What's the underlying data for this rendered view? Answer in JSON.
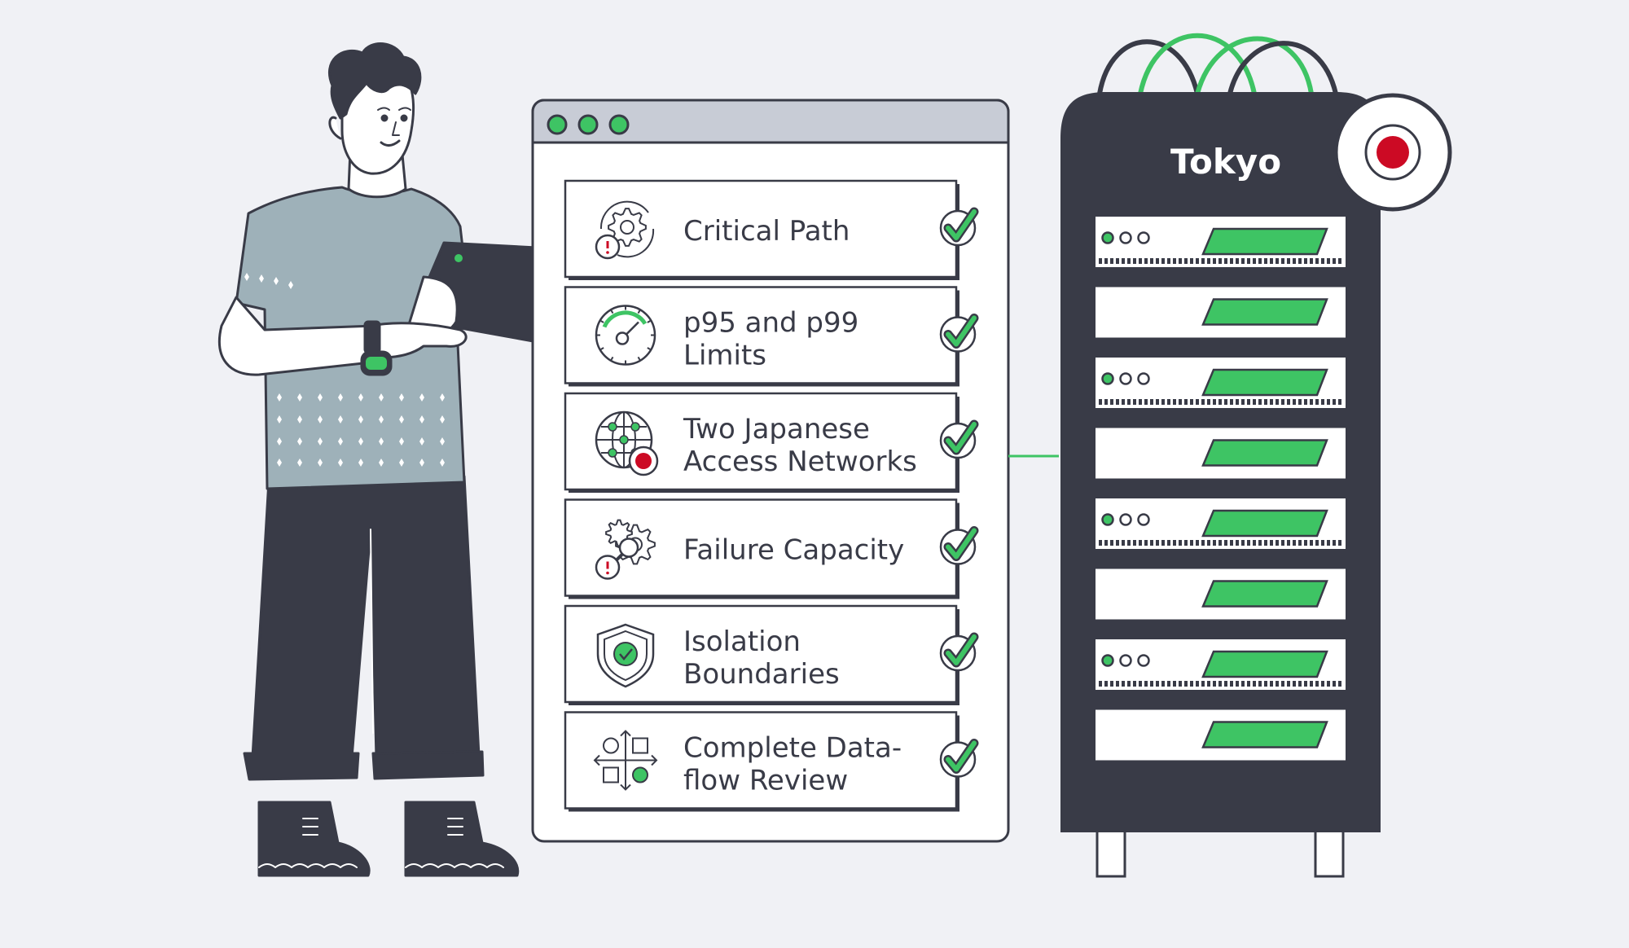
{
  "colors": {
    "background": "#f0f1f5",
    "dark": "#393b47",
    "accent_green": "#3ec464",
    "check_ring": "#c8ccd6",
    "shirt": "#9eb1b9",
    "window_bar": "#c8ccd6",
    "flag_red": "#cc0a24"
  },
  "checklist": {
    "items": [
      {
        "lines": [
          "Critical Path"
        ],
        "icon": "gear-warning-icon"
      },
      {
        "lines": [
          "p95 and p99",
          "Limits"
        ],
        "icon": "gauge-icon"
      },
      {
        "lines": [
          "Two Japanese",
          "Access Networks"
        ],
        "icon": "globe-network-icon"
      },
      {
        "lines": [
          "Failure Capacity"
        ],
        "icon": "gears-alert-icon"
      },
      {
        "lines": [
          "Isolation",
          "Boundaries"
        ],
        "icon": "shield-check-icon"
      },
      {
        "lines": [
          "Complete Data-",
          "flow Review"
        ],
        "icon": "dataflow-arrows-icon"
      }
    ]
  },
  "server": {
    "location_label": "Tokyo",
    "flag_icon": "japan-flag-icon",
    "units": [
      {
        "leds": true
      },
      {
        "leds": false
      },
      {
        "leds": true
      },
      {
        "leds": false
      },
      {
        "leds": true
      },
      {
        "leds": false
      },
      {
        "leds": true
      },
      {
        "leds": false
      }
    ]
  }
}
